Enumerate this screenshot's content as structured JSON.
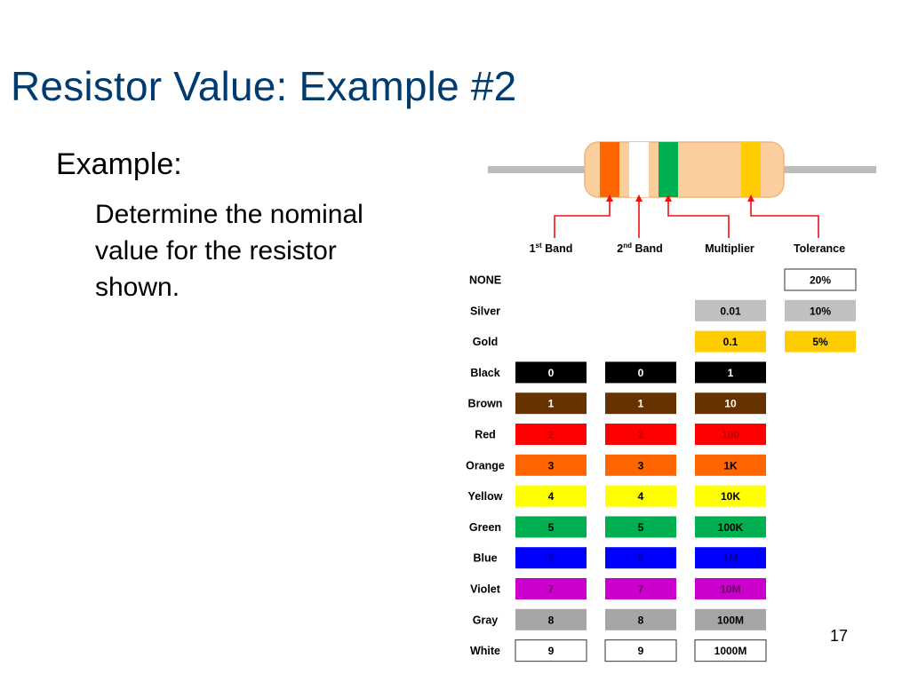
{
  "slide": {
    "title": "Resistor Value: Example #2",
    "example_label": "Example:",
    "example_text": "Determine the nominal value for the resistor shown.",
    "page_number": "17"
  },
  "resistor": {
    "lead_color": "#bcbcbc",
    "body_color": "#fbcf9d",
    "body_border": "#f2b47a",
    "bands": [
      {
        "color_name": "Orange",
        "hex": "#ff6600"
      },
      {
        "color_name": "White",
        "hex": "#ffffff"
      },
      {
        "color_name": "Green",
        "hex": "#00b050"
      },
      {
        "color_name": "Gold",
        "hex": "#ffcc00"
      }
    ]
  },
  "arrow_color": "#ee1111",
  "table": {
    "headers": {
      "band1": {
        "main": "1",
        "sup": "st",
        "rest": " Band"
      },
      "band2": {
        "main": "2",
        "sup": "nd",
        "rest": " Band"
      },
      "multiplier": "Multiplier",
      "tolerance": "Tolerance"
    },
    "rows": [
      {
        "name": "NONE",
        "hex": "#ffffff",
        "text_color": "#000000",
        "digit1": null,
        "digit2": null,
        "multiplier": null,
        "tolerance": "20%"
      },
      {
        "name": "Silver",
        "hex": "#c0c0c0",
        "text_color": "#000000",
        "digit1": null,
        "digit2": null,
        "multiplier": "0.01",
        "tolerance": "10%"
      },
      {
        "name": "Gold",
        "hex": "#ffcc00",
        "text_color": "#000000",
        "digit1": null,
        "digit2": null,
        "multiplier": "0.1",
        "tolerance": "5%"
      },
      {
        "name": "Black",
        "hex": "#000000",
        "text_color": "#ffffff",
        "digit1": "0",
        "digit2": "0",
        "multiplier": "1",
        "tolerance": null
      },
      {
        "name": "Brown",
        "hex": "#663300",
        "text_color": "#ffffff",
        "digit1": "1",
        "digit2": "1",
        "multiplier": "10",
        "tolerance": null
      },
      {
        "name": "Red",
        "hex": "#ff0000",
        "text_color": "#c00000",
        "digit1": "2",
        "digit2": "2",
        "multiplier": "100",
        "tolerance": null
      },
      {
        "name": "Orange",
        "hex": "#ff6600",
        "text_color": "#000000",
        "digit1": "3",
        "digit2": "3",
        "multiplier": "1K",
        "tolerance": null
      },
      {
        "name": "Yellow",
        "hex": "#ffff00",
        "text_color": "#000000",
        "digit1": "4",
        "digit2": "4",
        "multiplier": "10K",
        "tolerance": null
      },
      {
        "name": "Green",
        "hex": "#00b050",
        "text_color": "#000000",
        "digit1": "5",
        "digit2": "5",
        "multiplier": "100K",
        "tolerance": null
      },
      {
        "name": "Blue",
        "hex": "#0000ff",
        "text_color": "#000099",
        "digit1": "6",
        "digit2": "6",
        "multiplier": "1M",
        "tolerance": null
      },
      {
        "name": "Violet",
        "hex": "#cc00cc",
        "text_color": "#660066",
        "digit1": "7",
        "digit2": "7",
        "multiplier": "10M",
        "tolerance": null
      },
      {
        "name": "Gray",
        "hex": "#a6a6a6",
        "text_color": "#000000",
        "digit1": "8",
        "digit2": "8",
        "multiplier": "100M",
        "tolerance": null
      },
      {
        "name": "White",
        "hex": "#ffffff",
        "text_color": "#000000",
        "digit1": "9",
        "digit2": "9",
        "multiplier": "1000M",
        "tolerance": null
      }
    ]
  }
}
